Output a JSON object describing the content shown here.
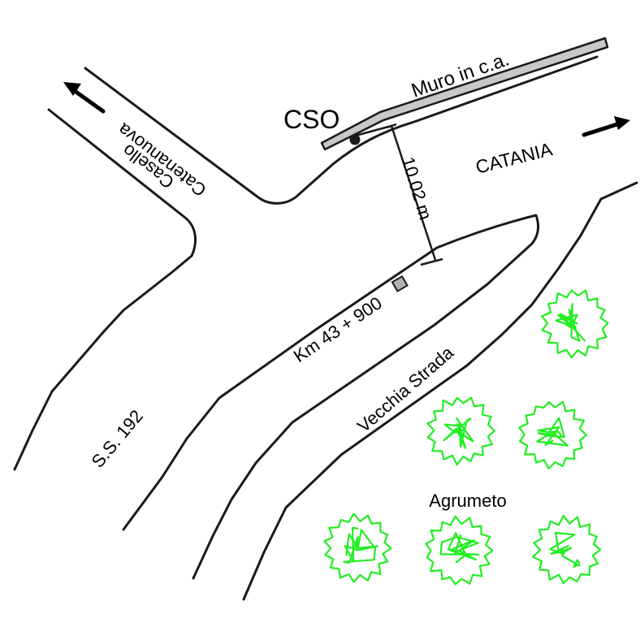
{
  "labels": {
    "cso": "CSO",
    "wall": "Muro in c.a.",
    "catania": "CATANIA",
    "caselo": "Casello",
    "catenanuova": "Catenanuova",
    "distance": "10.02 m",
    "km": "Km 43 + 900",
    "ss192": "S.S. 192",
    "old_road": "Vecchia Strada",
    "orchard": "Agrumeto"
  },
  "colors": {
    "line": "#1a1a1a",
    "wall_fill": "#c8c8c8",
    "tree": "#22ee22",
    "marker_fill": "#b0b0b0"
  },
  "icons": {
    "arrow": "arrow-icon",
    "tree": "tree-icon",
    "manhole": "manhole-icon",
    "km_marker": "km-marker-icon"
  }
}
